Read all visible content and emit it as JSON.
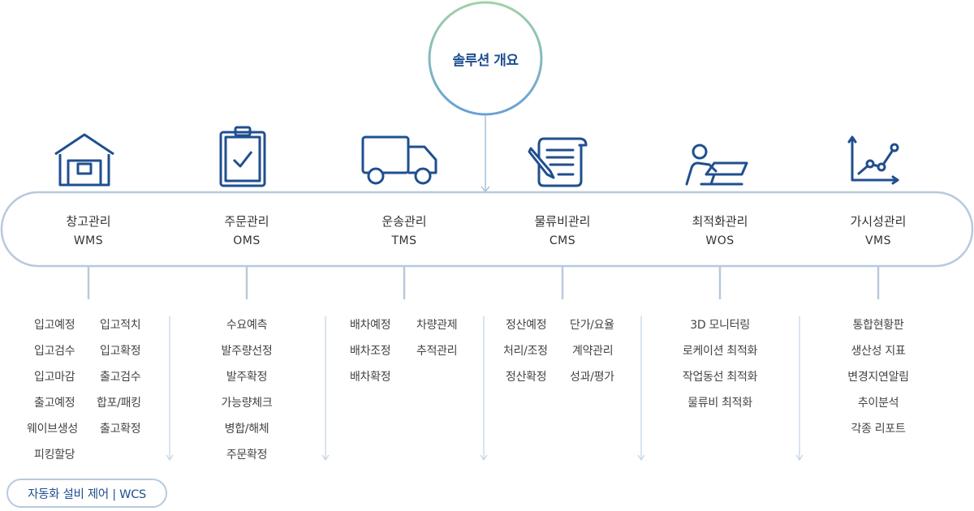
{
  "title": "솔루션 개요",
  "colors": {
    "accent_blue": "#1f4f8f",
    "band_border": "#b8c9dd",
    "arrow": "#a9c1da",
    "ring_top": "#9fd2a6",
    "ring_bottom": "#6b9fd4"
  },
  "solutions": [
    {
      "icon": "warehouse-icon",
      "name": "창고관리",
      "code": "WMS",
      "items_left": [
        "입고예정",
        "입고검수",
        "입고마감",
        "출고예정",
        "웨이브생성",
        "피킹할당"
      ],
      "items_right": [
        "입고적치",
        "입고확정",
        "출고검수",
        "합포/패킹",
        "출고확정"
      ]
    },
    {
      "icon": "clipboard-check-icon",
      "name": "주문관리",
      "code": "OMS",
      "items_left": [
        "수요예측",
        "발주량선정",
        "발주확정",
        "가능량체크",
        "병합/해체",
        "주문확정"
      ],
      "items_right": []
    },
    {
      "icon": "truck-icon",
      "name": "운송관리",
      "code": "TMS",
      "items_left": [
        "배차예정",
        "배차조정",
        "배차확정"
      ],
      "items_right": [
        "차량관제",
        "추적관리"
      ]
    },
    {
      "icon": "document-sign-icon",
      "name": "물류비관리",
      "code": "CMS",
      "items_left": [
        "정산예정",
        "처리/조정",
        "정산확정"
      ],
      "items_right": [
        "단가/요율",
        "계약관리",
        "성과/평가"
      ]
    },
    {
      "icon": "person-laptop-icon",
      "name": "최적화관리",
      "code": "WOS",
      "items_left": [
        "3D 모니터링",
        "로케이션 최적화",
        "작업동선 최적화",
        "물류비 최적화"
      ],
      "items_right": []
    },
    {
      "icon": "line-chart-icon",
      "name": "가시성관리",
      "code": "VMS",
      "items_left": [
        "통합현황판",
        "생산성 지표",
        "변경지연알림",
        "추이분석",
        "각종 리포트"
      ],
      "items_right": []
    }
  ],
  "wcs_label": "자동화 설비 제어 | WCS"
}
